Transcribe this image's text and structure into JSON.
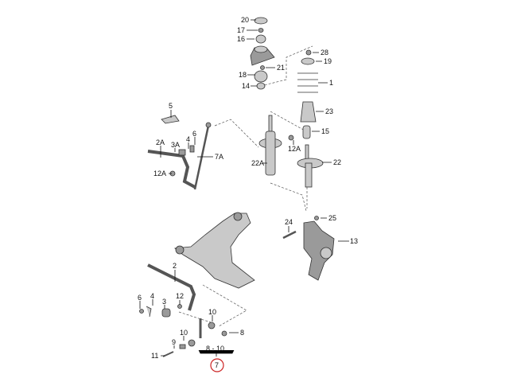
{
  "diagram": {
    "type": "exploded parts diagram - front suspension",
    "labels": [
      "20",
      "17",
      "16",
      "28",
      "19",
      "21",
      "18",
      "14",
      "1",
      "23",
      "15",
      "5",
      "6",
      "4",
      "3A",
      "2A",
      "7A",
      "12A",
      "12A",
      "22A",
      "22",
      "24",
      "25",
      "13",
      "2",
      "6",
      "4",
      "3",
      "12",
      "10",
      "10",
      "8",
      "9",
      "11",
      "8 - 10",
      "7"
    ],
    "highlight_color": "#cc2222"
  }
}
